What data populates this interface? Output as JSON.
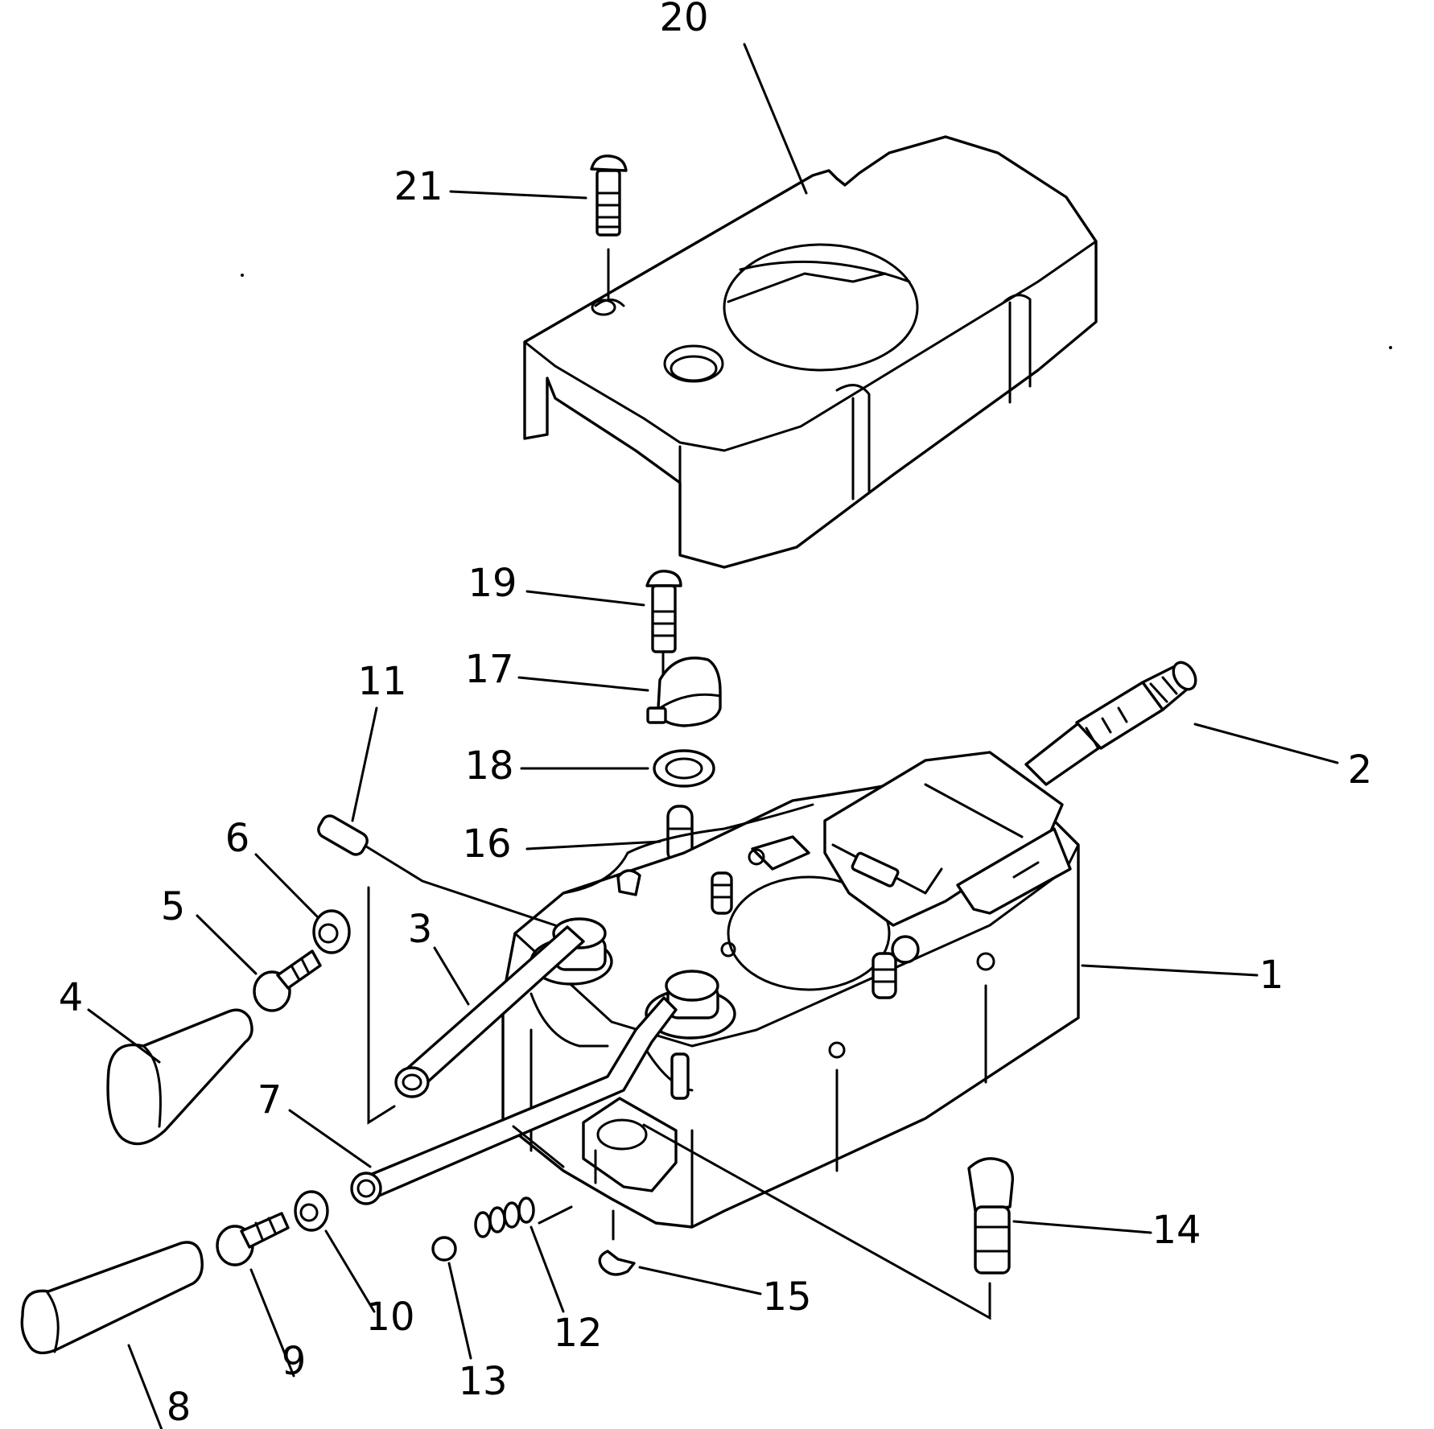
{
  "diagram": {
    "callouts": [
      {
        "id": "c1",
        "text": "1"
      },
      {
        "id": "c2",
        "text": "2"
      },
      {
        "id": "c3",
        "text": "3"
      },
      {
        "id": "c4",
        "text": "4"
      },
      {
        "id": "c5",
        "text": "5"
      },
      {
        "id": "c6",
        "text": "6"
      },
      {
        "id": "c7",
        "text": "7"
      },
      {
        "id": "c8",
        "text": "8"
      },
      {
        "id": "c9",
        "text": "9"
      },
      {
        "id": "c10",
        "text": "10"
      },
      {
        "id": "c11",
        "text": "11"
      },
      {
        "id": "c12",
        "text": "12"
      },
      {
        "id": "c13",
        "text": "13"
      },
      {
        "id": "c14",
        "text": "14"
      },
      {
        "id": "c15",
        "text": "15"
      },
      {
        "id": "c16",
        "text": "16"
      },
      {
        "id": "c17",
        "text": "17"
      },
      {
        "id": "c18",
        "text": "18"
      },
      {
        "id": "c19",
        "text": "19"
      },
      {
        "id": "c20",
        "text": "20"
      },
      {
        "id": "c21",
        "text": "21"
      }
    ],
    "colors": {
      "ink": "#000000",
      "paper": "#ffffff"
    }
  }
}
